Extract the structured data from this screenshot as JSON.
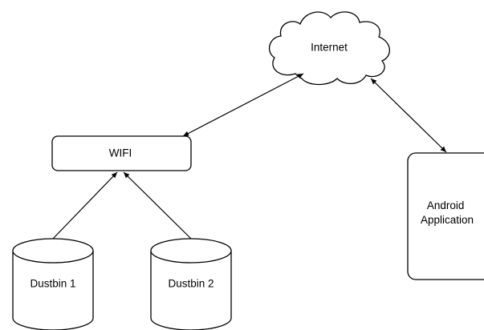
{
  "nodes": {
    "internet": {
      "label": "Internet"
    },
    "wifi": {
      "label": "WIFI"
    },
    "android": {
      "label_line1": "Android",
      "label_line2": "Application"
    },
    "dustbin1": {
      "label": "Dustbin 1"
    },
    "dustbin2": {
      "label": "Dustbin 2"
    }
  },
  "colors": {
    "stroke": "#000000",
    "fill": "#ffffff",
    "text": "#000000"
  }
}
